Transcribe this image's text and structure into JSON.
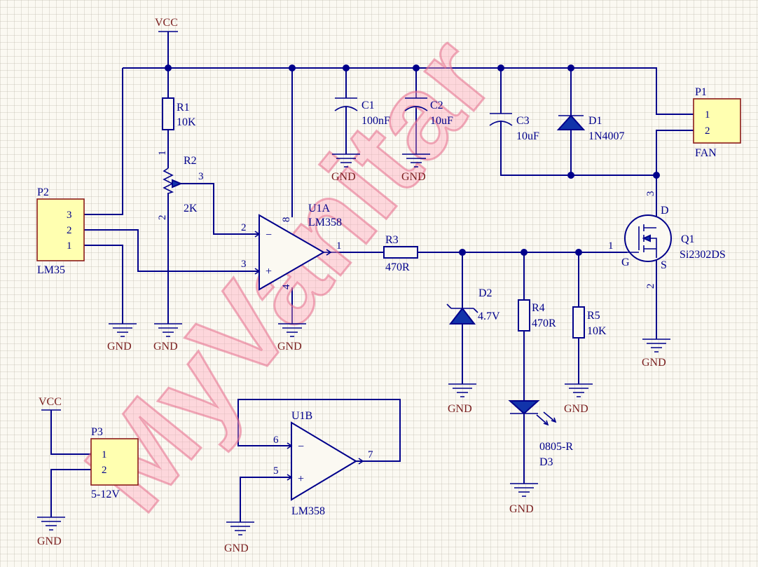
{
  "watermark": "MyVanitar",
  "power": {
    "vcc": "VCC",
    "gnd": "GND"
  },
  "components": {
    "R1": {
      "ref": "R1",
      "value": "10K"
    },
    "R2": {
      "ref": "R2",
      "value": "2K",
      "pins": [
        "1",
        "2",
        "3"
      ]
    },
    "R3": {
      "ref": "R3",
      "value": "470R"
    },
    "R4": {
      "ref": "R4",
      "value": "470R"
    },
    "R5": {
      "ref": "R5",
      "value": "10K"
    },
    "C1": {
      "ref": "C1",
      "value": "100nF"
    },
    "C2": {
      "ref": "C2",
      "value": "10uF"
    },
    "C3": {
      "ref": "C3",
      "value": "10uF"
    },
    "D1": {
      "ref": "D1",
      "value": "1N4007"
    },
    "D2": {
      "ref": "D2",
      "value": "4.7V"
    },
    "D3": {
      "ref": "D3",
      "value": "0805-R"
    },
    "U1A": {
      "ref": "U1A",
      "value": "LM358",
      "pins": [
        "2",
        "3",
        "8",
        "4",
        "1"
      ],
      "minus": "−",
      "plus": "+"
    },
    "U1B": {
      "ref": "U1B",
      "value": "LM358",
      "pins": [
        "6",
        "5",
        "7"
      ],
      "minus": "−",
      "plus": "+"
    },
    "Q1": {
      "ref": "Q1",
      "value": "Si2302DS",
      "pins": [
        "1",
        "3",
        "2"
      ],
      "gate": "G",
      "drain": "D",
      "source": "S"
    },
    "P1": {
      "ref": "P1",
      "value": "FAN",
      "pins": [
        "1",
        "2"
      ]
    },
    "P2": {
      "ref": "P2",
      "value": "LM35",
      "pins": [
        "3",
        "2",
        "1"
      ]
    },
    "P3": {
      "ref": "P3",
      "value": "5-12V",
      "pins": [
        "1",
        "2"
      ]
    }
  }
}
